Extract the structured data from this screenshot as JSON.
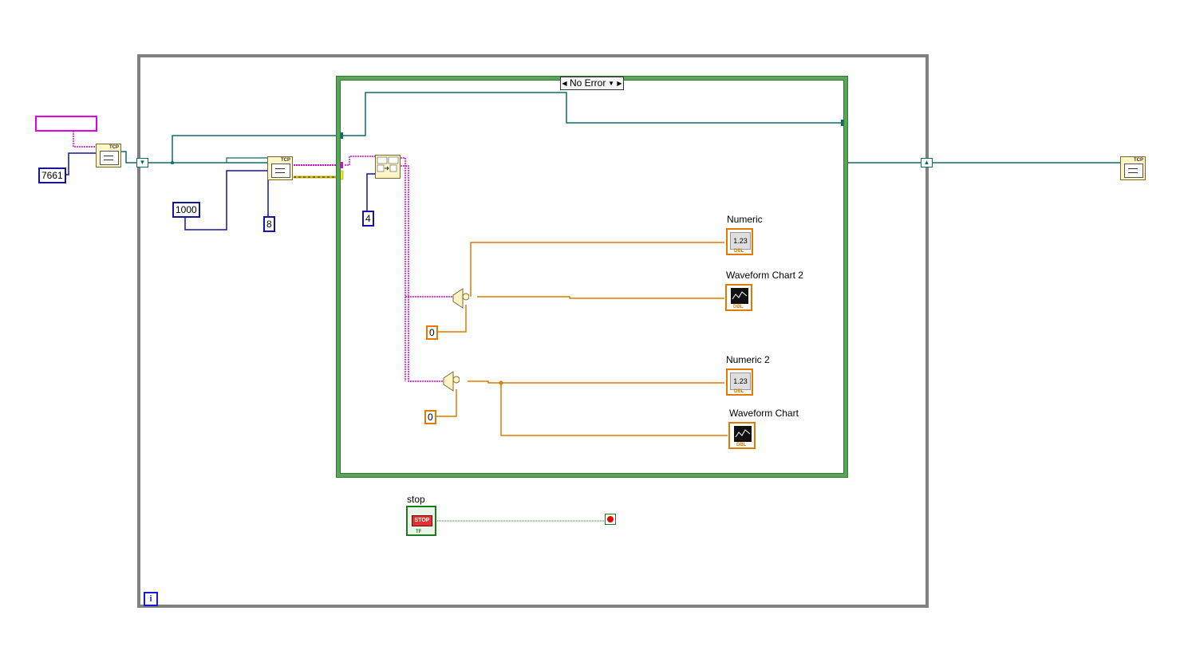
{
  "constants": {
    "port": "7661",
    "timeout": "1000",
    "bytes_to_read": "8",
    "scan_count": "4",
    "index_1": "0",
    "index_2": "0"
  },
  "case_structure": {
    "selector_value": "No Error"
  },
  "indicators": {
    "numeric": {
      "label": "Numeric",
      "display": "1.23",
      "type": "DBL"
    },
    "waveform_chart_2": {
      "label": "Waveform Chart 2",
      "type": "DBL"
    },
    "numeric_2": {
      "label": "Numeric 2",
      "display": "1.23",
      "type": "DBL"
    },
    "waveform_chart": {
      "label": "Waveform Chart",
      "type": "DBL"
    }
  },
  "stop_control": {
    "label": "stop",
    "button_text": "STOP",
    "type": "TF"
  },
  "nodes": {
    "tcp_open": "TCP",
    "tcp_read": "TCP",
    "tcp_close": "TCP",
    "loop_iteration": "i"
  },
  "colors": {
    "refnum_wire": "#0d6b6b",
    "string_wire": "#e000e0",
    "int_wire": "#1414a0",
    "dbl_wire": "#e07b00",
    "bool_wire": "#1f7a1f",
    "error_wire": "#c8b400"
  }
}
